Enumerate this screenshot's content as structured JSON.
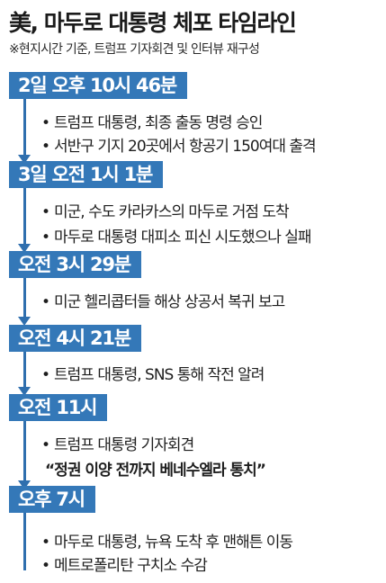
{
  "title": "美, 마두로 대통령 체포 타임라인",
  "subtitle": "※현지시간 기준, 트럼프 기자회견 및 인터뷰 재구성",
  "bullet": "•",
  "events": [
    {
      "time": "2일 오후 10시 46분",
      "items": [
        "트럼프 대통령, 최종 출동 명령 승인",
        "서반구 기지 20곳에서 항공기 150여대 출격"
      ]
    },
    {
      "time": "3일 오전 1시 1분",
      "items": [
        "미군, 수도 카라카스의 마두로 거점 도착",
        "마두로 대통령 대피소 피신 시도했으나 실패"
      ]
    },
    {
      "time": "오전 3시 29분",
      "items": [
        "미군 헬리콥터들 해상 상공서 복귀 보고"
      ]
    },
    {
      "time": "오전 4시 21분",
      "items": [
        "트럼프 대통령, SNS 통해 작전 알려"
      ]
    },
    {
      "time": "오전 11시",
      "items": [
        "트럼프 대통령 기자회견"
      ],
      "quote": "“정권 이양 전까지 베네수엘라 통치”"
    },
    {
      "time": "오후 7시",
      "items": [
        "마두로 대통령, 뉴욕 도착 후 맨해튼 이동",
        "메트로폴리탄 구치소 수감"
      ]
    }
  ],
  "colors": {
    "accent": "#3478b8",
    "line": "#2f6fae",
    "text": "#1e1e1e"
  }
}
